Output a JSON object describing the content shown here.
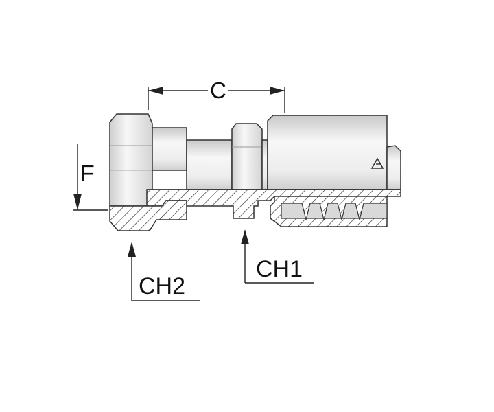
{
  "labels": {
    "c": "C",
    "f": "F",
    "ch1": "CH1",
    "ch2": "CH2"
  },
  "colors": {
    "line": "#222222",
    "body_light": "#f2f2f2",
    "body_shade": "#c8c8c8",
    "hatch": "#333333"
  }
}
